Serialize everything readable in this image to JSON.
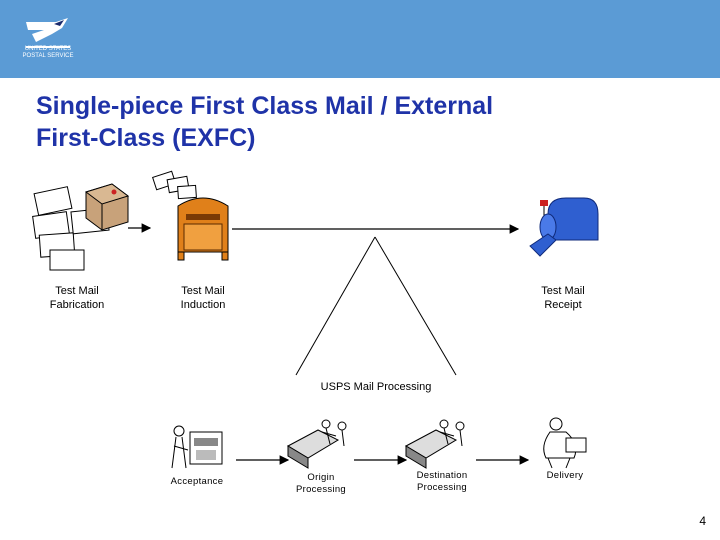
{
  "title_line1": "Single-piece First Class Mail / External",
  "title_line2": "First-Class (EXFC)",
  "logo_text": "UNITED STATES POSTAL SERVICE",
  "stages": {
    "fabrication": "Test Mail\nFabrication",
    "induction": "Test Mail\nInduction",
    "receipt": "Test Mail\nReceipt",
    "processing": "USPS Mail Processing"
  },
  "substages": {
    "acceptance": "Acceptance",
    "origin": "Origin\nProcessing",
    "destination": "Destination\nProcessing",
    "delivery": "Delivery"
  },
  "colors": {
    "header": "#5b9bd5",
    "title": "#1f33a8",
    "collection_box": "#e0801a",
    "mailbox": "#2f5fd0"
  },
  "page_number": "4"
}
